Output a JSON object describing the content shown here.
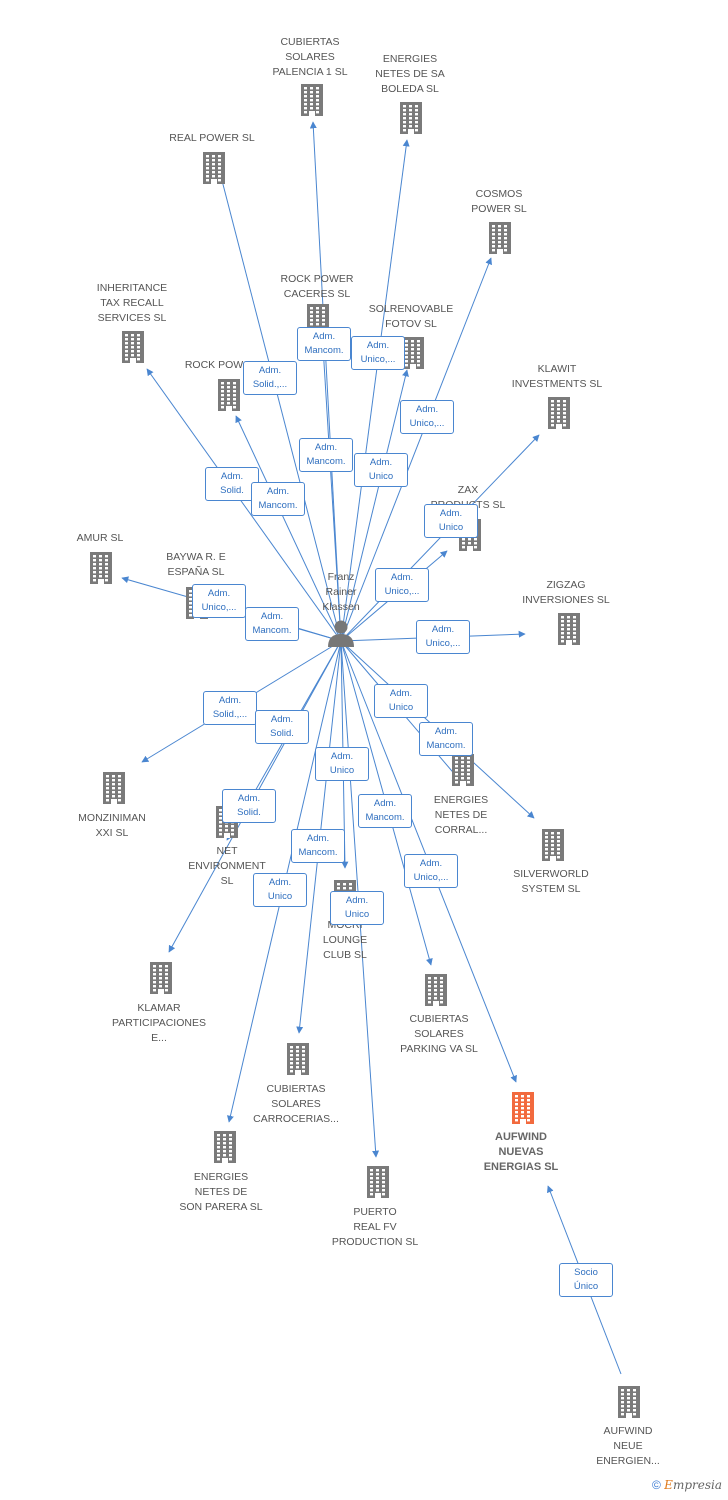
{
  "center": {
    "label": "Franz\nRainer\nKlassen",
    "icon": "person-icon"
  },
  "colors": {
    "edge": "#4a86d0",
    "building": "#7a7a7a",
    "focus_building": "#f26a3e"
  },
  "companies": [
    {
      "id": "cubiertas-solares-palencia",
      "label": "CUBIERTAS\nSOLARES\nPALENCIA 1 SL"
    },
    {
      "id": "energies-sa-boleda",
      "label": "ENERGIES\nNETES DE SA\nBOLEDA SL"
    },
    {
      "id": "real-power",
      "label": "REAL POWER SL"
    },
    {
      "id": "cosmos-power",
      "label": "COSMOS\nPOWER SL"
    },
    {
      "id": "rock-power-caceres",
      "label": "ROCK POWER\nCACERES  SL"
    },
    {
      "id": "solrenovable",
      "label": "SOLRENOVABLE\nFOTOV SL"
    },
    {
      "id": "inheritance",
      "label": "INHERITANCE\nTAX RECALL\nSERVICES SL"
    },
    {
      "id": "rock-pow",
      "label": "ROCK POW"
    },
    {
      "id": "klawit",
      "label": "KLAWIT\nINVESTMENTS SL"
    },
    {
      "id": "zax",
      "label": "ZAX\nPRODUCTS SL"
    },
    {
      "id": "amur",
      "label": "AMUR SL"
    },
    {
      "id": "baywa",
      "label": "BAYWA R. E\nESPAÑA  SL"
    },
    {
      "id": "zigzag",
      "label": "ZIGZAG\nINVERSIONES SL"
    },
    {
      "id": "monziniman",
      "label": "MONZINIMAN\nXXI SL"
    },
    {
      "id": "net-environment",
      "label": "NET\nENVIRONMENT\nSL"
    },
    {
      "id": "energies-corral",
      "label": "ENERGIES\nNETES DE\nCORRAL..."
    },
    {
      "id": "silverworld",
      "label": "SILVERWORLD\nSYSTEM SL"
    },
    {
      "id": "mocri",
      "label": "MOCRI\nLOUNGE\nCLUB SL"
    },
    {
      "id": "klamar",
      "label": "KLAMAR\nPARTICIPACIONES\nE..."
    },
    {
      "id": "cubiertas-parking",
      "label": "CUBIERTAS\nSOLARES\nPARKING VA SL"
    },
    {
      "id": "cubiertas-carrocerias",
      "label": "CUBIERTAS\nSOLARES\nCARROCERIAS..."
    },
    {
      "id": "aufwind-nuevas",
      "label": "AUFWIND\nNUEVAS\nENERGIAS SL",
      "focus": true
    },
    {
      "id": "energies-son-parera",
      "label": "ENERGIES\nNETES DE\nSON PARERA SL"
    },
    {
      "id": "puerto-real",
      "label": "PUERTO\nREAL FV\nPRODUCTION SL"
    },
    {
      "id": "aufwind-neue",
      "label": "AUFWIND\nNEUE\nENERGIEN..."
    }
  ],
  "edges": [
    {
      "to": "cubiertas-solares-palencia",
      "label": "Adm.\nMancom."
    },
    {
      "to": "energies-sa-boleda",
      "label": "Adm.\nUnico,..."
    },
    {
      "to": "real-power",
      "label": "Adm.\nSolid.,..."
    },
    {
      "to": "cosmos-power",
      "label": "Adm.\nUnico,..."
    },
    {
      "to": "rock-power-caceres",
      "label": "Adm.\nMancom."
    },
    {
      "to": "solrenovable",
      "label": "Adm.\nUnico"
    },
    {
      "to": "inheritance",
      "label": "Adm.\nSolid."
    },
    {
      "to": "rock-pow",
      "label": "Adm.\nMancom."
    },
    {
      "to": "klawit",
      "label": "Adm.\nUnico,..."
    },
    {
      "to": "zax",
      "label": "Adm.\nUnico"
    },
    {
      "to": "amur",
      "label": "Adm.\nUnico,..."
    },
    {
      "to": "baywa",
      "label": "Adm.\nMancom."
    },
    {
      "to": "zigzag",
      "label": "Adm.\nUnico,..."
    },
    {
      "to": "monziniman",
      "label": "Adm.\nSolid.,..."
    },
    {
      "to": "net-environment",
      "label": "Adm.\nSolid."
    },
    {
      "to": "energies-corral",
      "label": "Adm.\nUnico"
    },
    {
      "to": "silverworld",
      "label": "Adm.\nMancom."
    },
    {
      "to": "mocri",
      "label": "Adm.\nUnico"
    },
    {
      "to": "klamar",
      "label": "Adm.\nSolid."
    },
    {
      "to": "cubiertas-parking",
      "label": "Adm.\nMancom."
    },
    {
      "to": "cubiertas-carrocerias",
      "label": "Adm.\nMancom."
    },
    {
      "to": "aufwind-nuevas",
      "label": "Adm.\nUnico,..."
    },
    {
      "to": "energies-son-parera",
      "label": "Adm.\nUnico"
    },
    {
      "to": "puerto-real",
      "label": "Adm.\nUnico"
    },
    {
      "from": "aufwind-neue",
      "to": "aufwind-nuevas",
      "label": "Socio\nÚnico"
    }
  ],
  "footer": {
    "copyright": "©",
    "brand_first": "E",
    "brand_rest": "mpresia"
  }
}
